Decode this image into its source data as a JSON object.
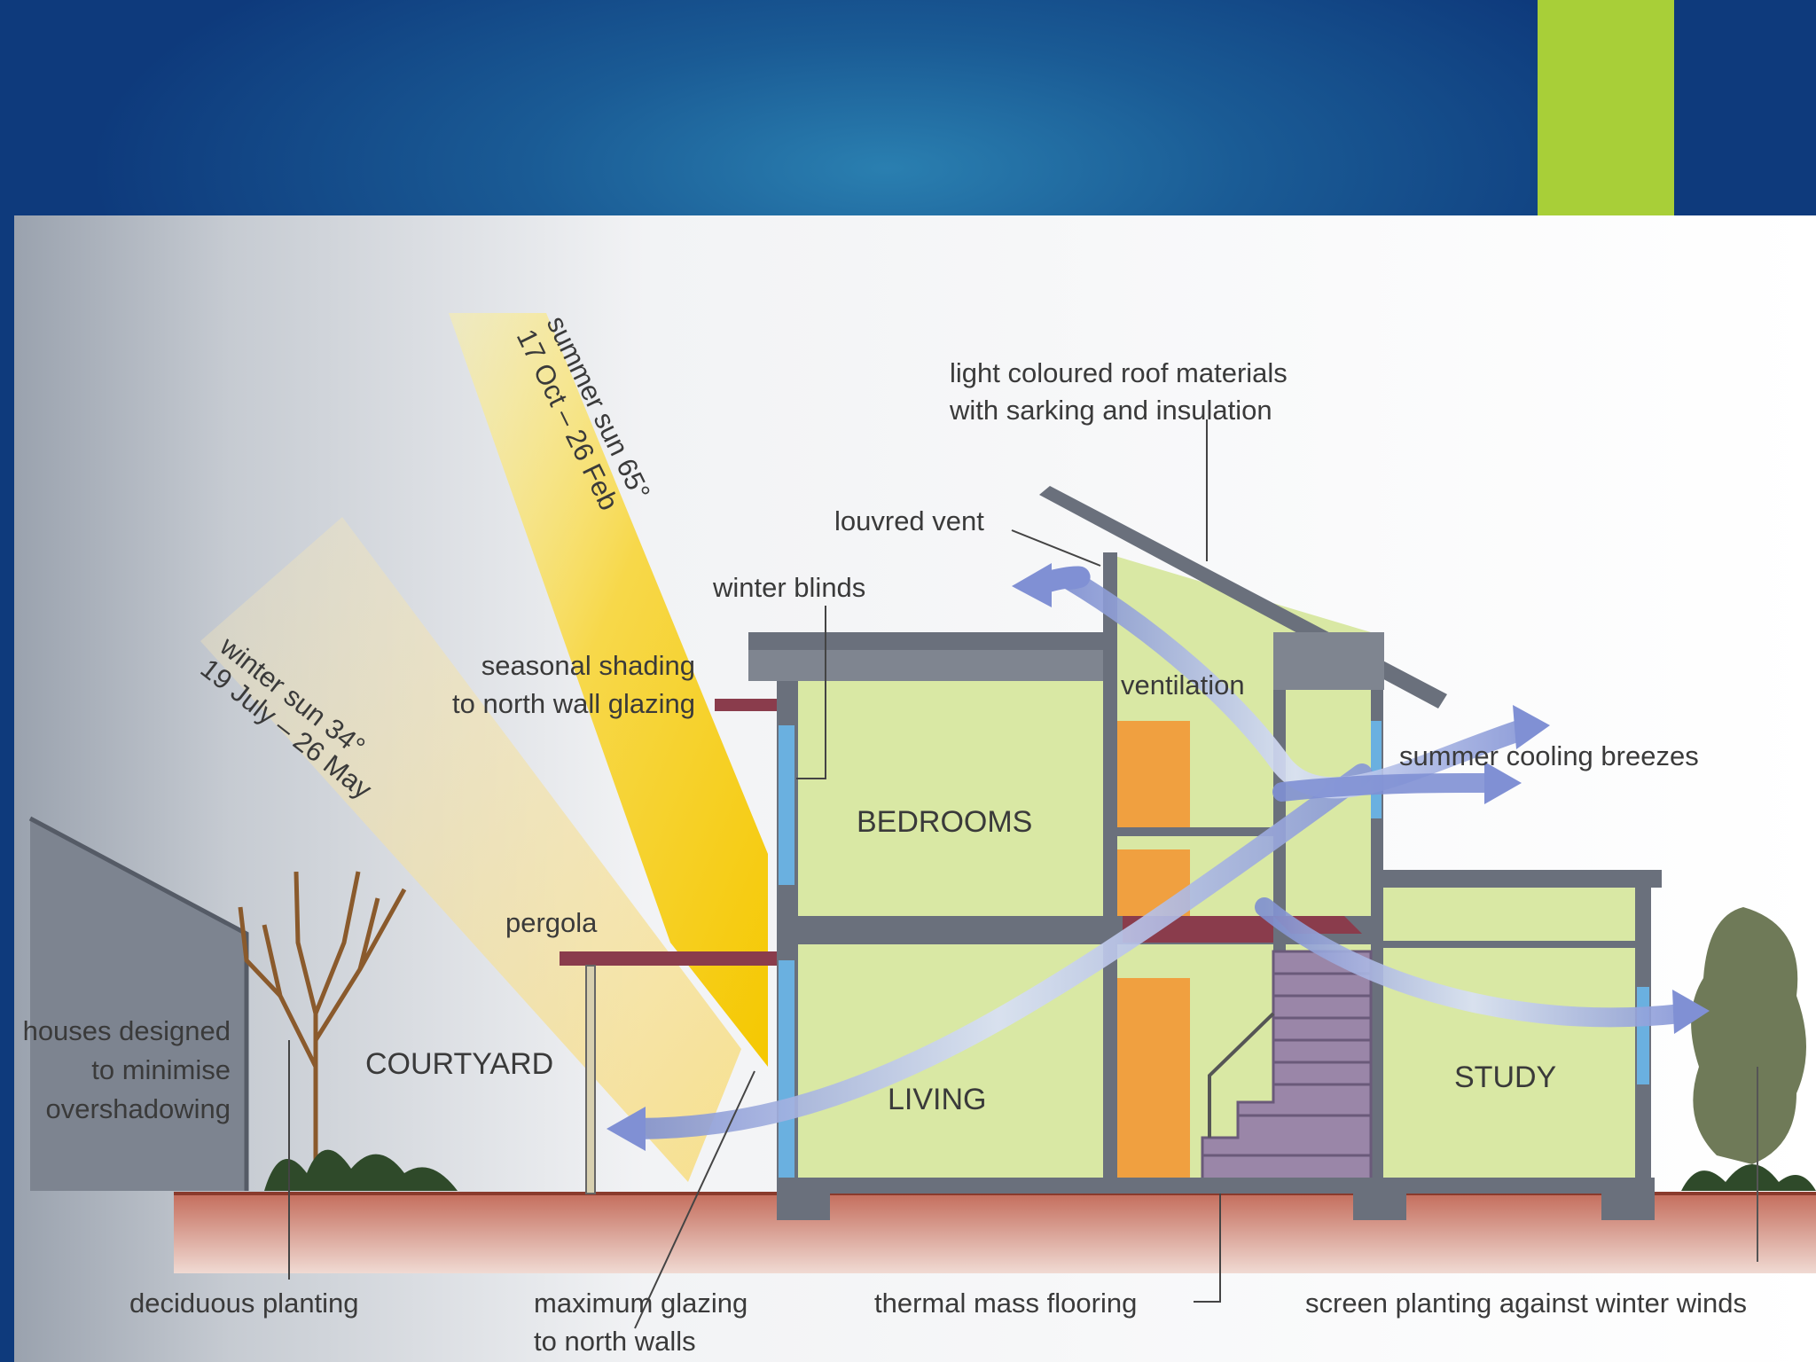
{
  "slide": {
    "background_color": "#0e3a7c",
    "accent_color": "#a8cf38"
  },
  "diagram": {
    "labels": {
      "summer_sun_line1": "summer sun 65°",
      "summer_sun_line2": "17 Oct – 26 Feb",
      "winter_sun_line1": "winter sun 34°",
      "winter_sun_line2": "19 July – 26 May",
      "roof_line1": "light coloured roof materials",
      "roof_line2": "with sarking and insulation",
      "louvred_vent": "louvred vent",
      "winter_blinds": "winter blinds",
      "shading_line1": "seasonal shading",
      "shading_line2": "to north wall glazing",
      "ventilation": "ventilation",
      "cooling_breezes": "summer cooling breezes",
      "pergola": "pergola",
      "houses_line1": "houses designed",
      "houses_line2": "to minimise",
      "houses_line3": "overshadowing",
      "deciduous": "deciduous planting",
      "glazing_line1": "maximum glazing",
      "glazing_line2": "to north walls",
      "thermal": "thermal mass flooring",
      "screen": "screen planting against winter winds"
    },
    "rooms": {
      "bedrooms": "BEDROOMS",
      "living": "LIVING",
      "courtyard": "COURTYARD",
      "study": "STUDY"
    }
  }
}
